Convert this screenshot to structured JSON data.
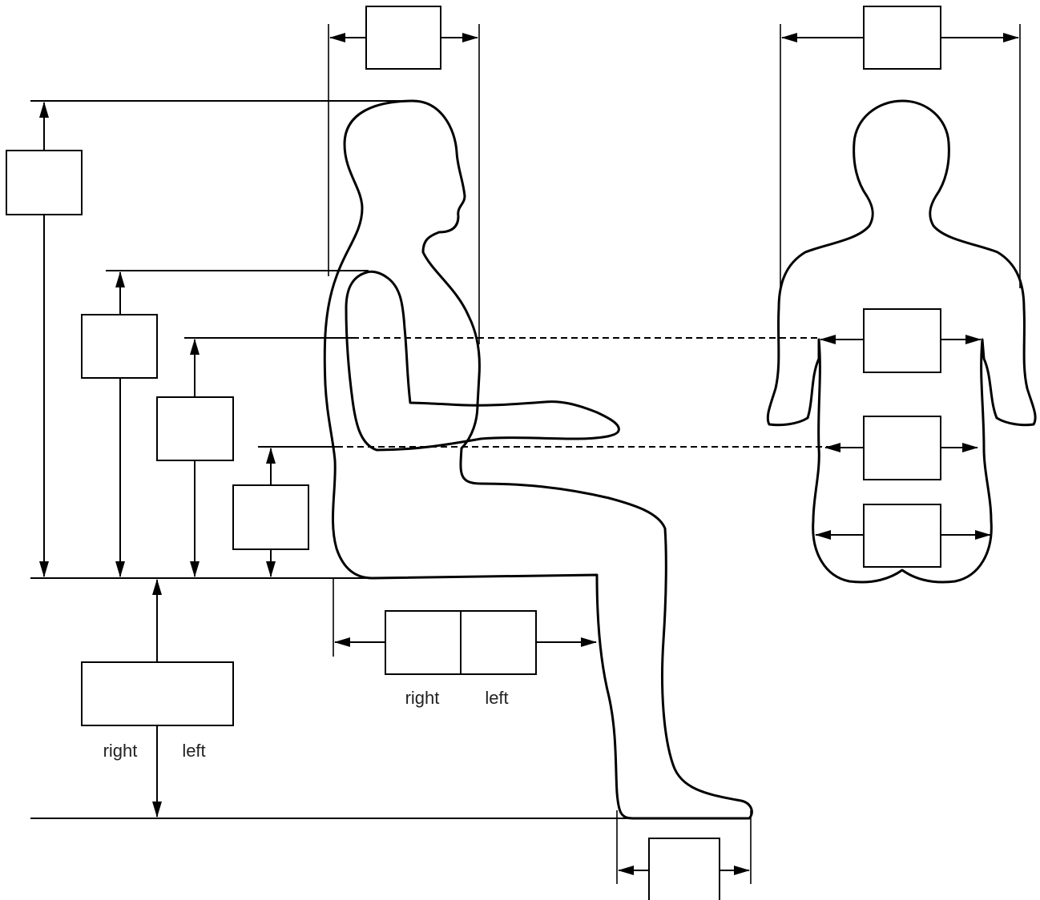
{
  "labels": {
    "seat_depth_right": "right",
    "seat_depth_left": "left",
    "popliteal_height_right": "right",
    "popliteal_height_left": "left"
  }
}
